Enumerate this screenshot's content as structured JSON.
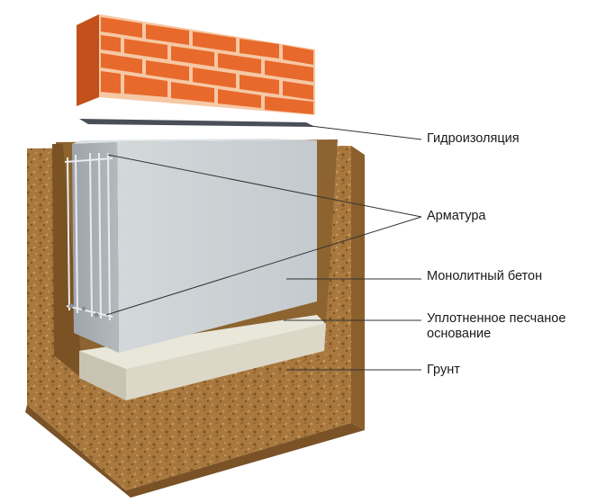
{
  "labels": {
    "waterproofing": "Гидроизоляция",
    "rebar": "Арматура",
    "concrete": "Монолитный бетон",
    "sand_line1": "Уплотненное песчаное",
    "sand_line2": "основание",
    "soil": "Грунт"
  },
  "colors": {
    "brick": "#e8692c",
    "mortar": "#f6c8a4",
    "concrete": "#c9cfd3",
    "sand": "#dcd8c8",
    "soil": "#a8783e",
    "membrane": "#4a4e57"
  }
}
